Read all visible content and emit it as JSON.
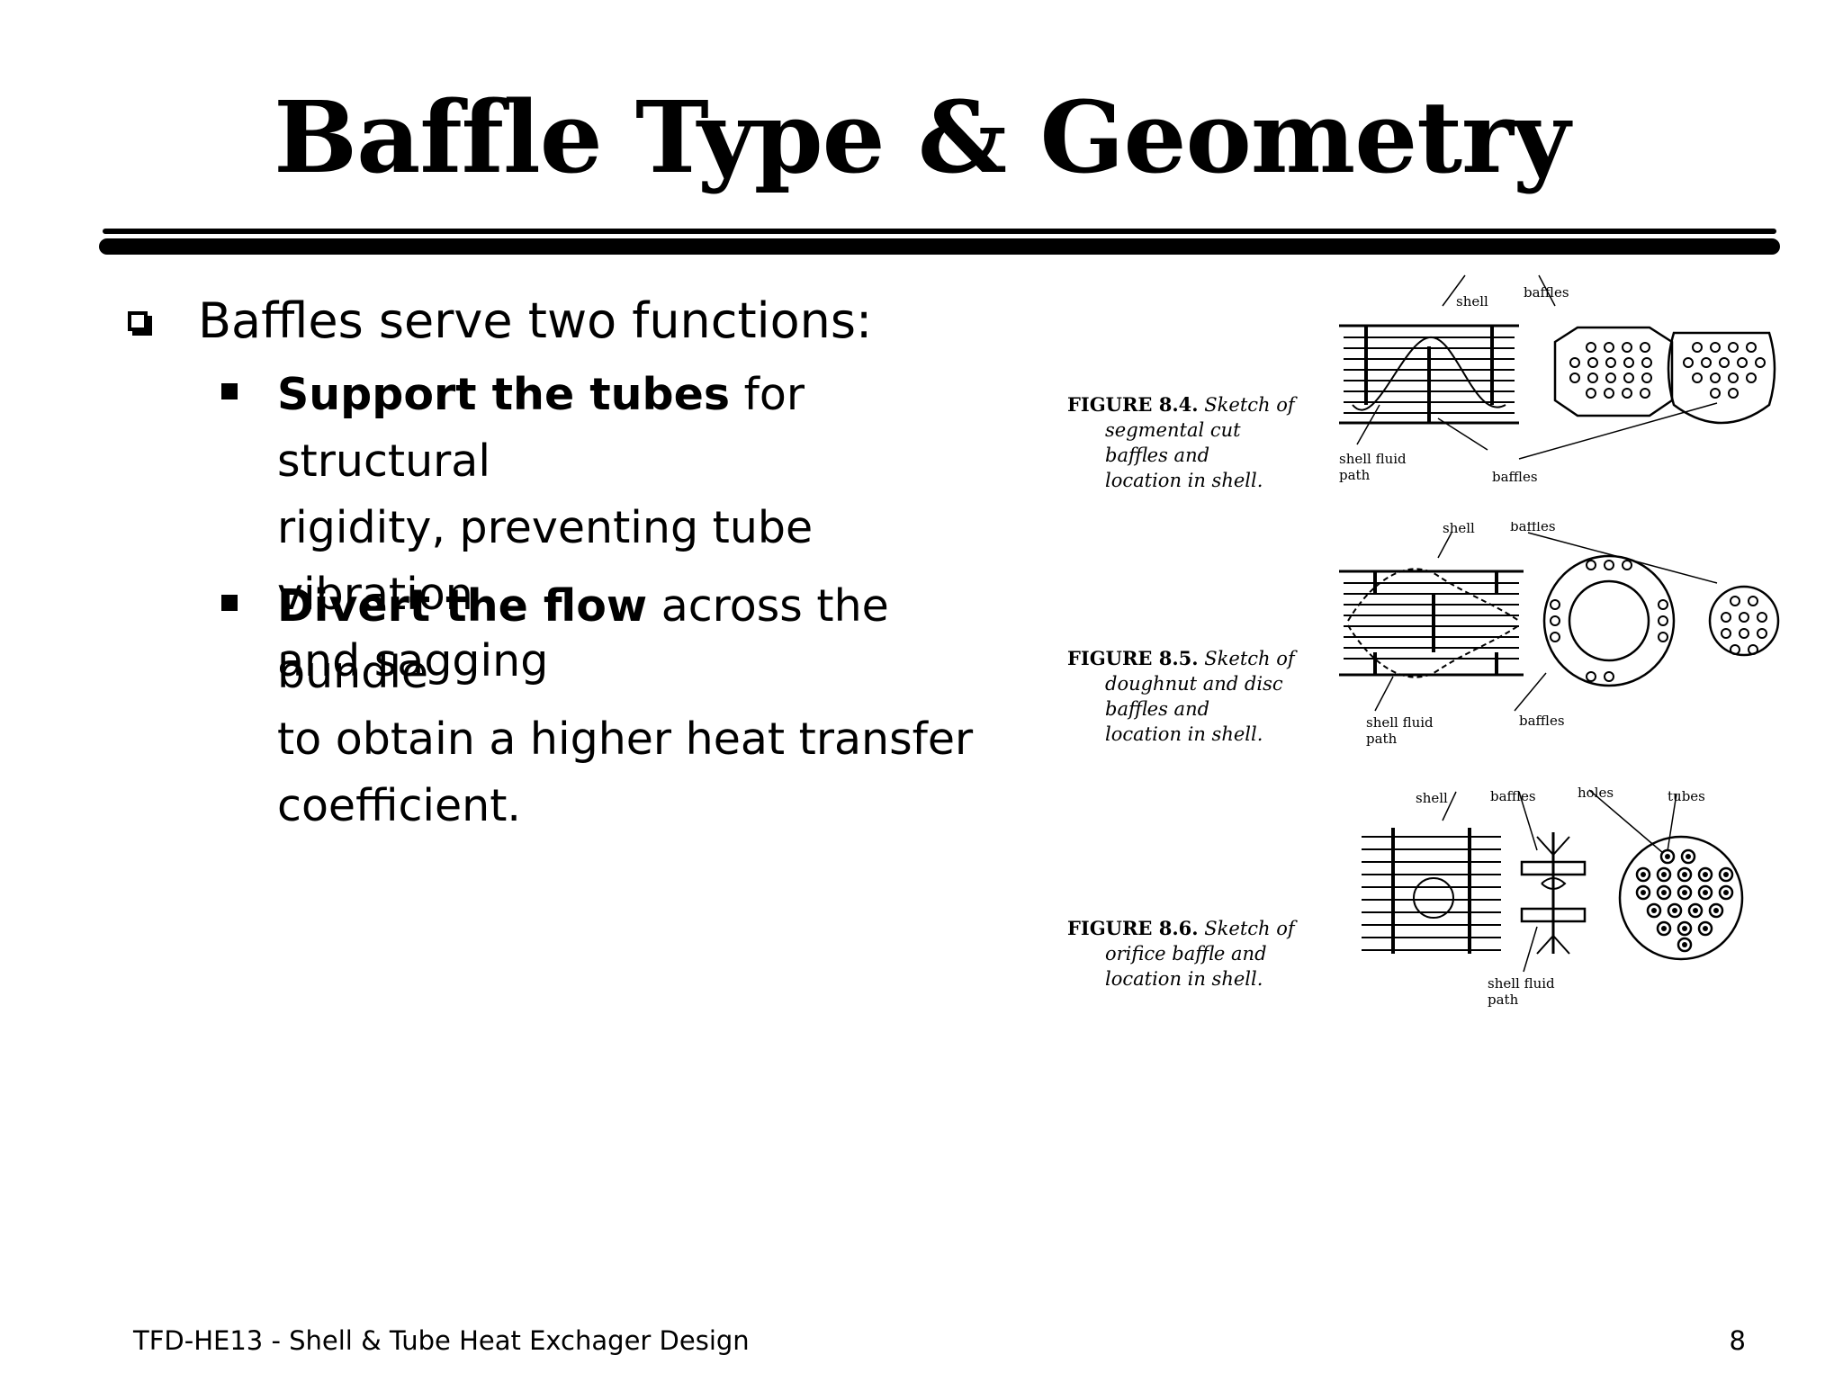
{
  "slide": {
    "title": "Baffle Type & Geometry",
    "bullet_main": "Baffles serve two functions:",
    "sub_bullets": [
      {
        "bold": "Support the tubes",
        "rest": " for structural",
        "cont1": "rigidity, preventing tube vibration",
        "cont2": "and sagging"
      },
      {
        "bold": "Divert the flow",
        "rest": " across the bundle",
        "cont1": "to obtain a higher heat transfer",
        "cont2": "coefficient."
      }
    ]
  },
  "figures": [
    {
      "label": "FIGURE 8.4.",
      "caption_l1": "Sketch of",
      "caption_l2": "segmental cut",
      "caption_l3": "baffles and",
      "caption_l4": "location in shell.",
      "annotations": {
        "shell": "shell",
        "baffles_top": "baffles",
        "fluid_path_1": "shell fluid",
        "fluid_path_2": "path",
        "baffles_bottom": "baffles"
      }
    },
    {
      "label": "FIGURE 8.5.",
      "caption_l1": "Sketch of",
      "caption_l2": "doughnut and disc",
      "caption_l3": "baffles and",
      "caption_l4": "location in shell.",
      "annotations": {
        "shell": "shell",
        "baffles_top": "baffles",
        "fluid_path_1": "shell fluid",
        "fluid_path_2": "path",
        "baffles_bottom": "baffles"
      }
    },
    {
      "label": "FIGURE 8.6.",
      "caption_l1": "Sketch of",
      "caption_l2": "orifice baffle and",
      "caption_l3": "location in shell.",
      "annotations": {
        "shell": "shell",
        "baffles": "baffles",
        "holes": "holes",
        "tubes": "tubes",
        "fluid_path_1": "shell fluid",
        "fluid_path_2": "path"
      }
    }
  ],
  "footer": {
    "left": "TFD-HE13 - Shell & Tube Heat Exchager Design",
    "page": "8"
  }
}
